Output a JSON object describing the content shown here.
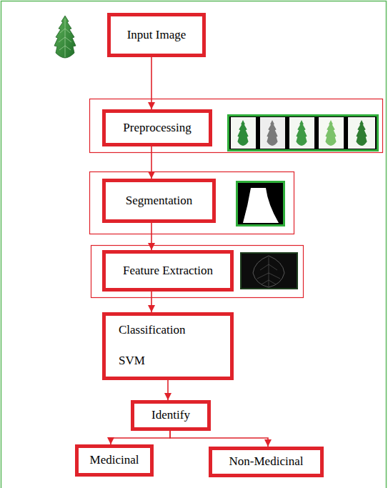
{
  "diagram": {
    "nodes": [
      {
        "text": [
          "Input Image"
        ]
      },
      {
        "text": [
          "Preprocessing"
        ]
      },
      {
        "text": [
          "Segmentation"
        ]
      },
      {
        "text": [
          "Feature Extraction"
        ]
      },
      {
        "text": [
          "Classification",
          "SVM"
        ]
      },
      {
        "text": [
          "Identify"
        ]
      },
      {
        "text": [
          "Medicinal"
        ]
      },
      {
        "text": [
          "Non-Medicinal"
        ]
      }
    ],
    "edges": [
      {
        "from": 0,
        "to": 1,
        "arrow": "to"
      },
      {
        "from": 1,
        "to": 2,
        "arrow": "to"
      },
      {
        "from": 2,
        "to": 3,
        "arrow": "to"
      },
      {
        "from": 3,
        "to": 4,
        "arrow": "to"
      },
      {
        "from": 4,
        "to": 5,
        "arrow": "to"
      },
      {
        "from": 5,
        "to": 6,
        "arrow": "to"
      },
      {
        "from": 5,
        "to": 7,
        "arrow": "to"
      }
    ]
  }
}
